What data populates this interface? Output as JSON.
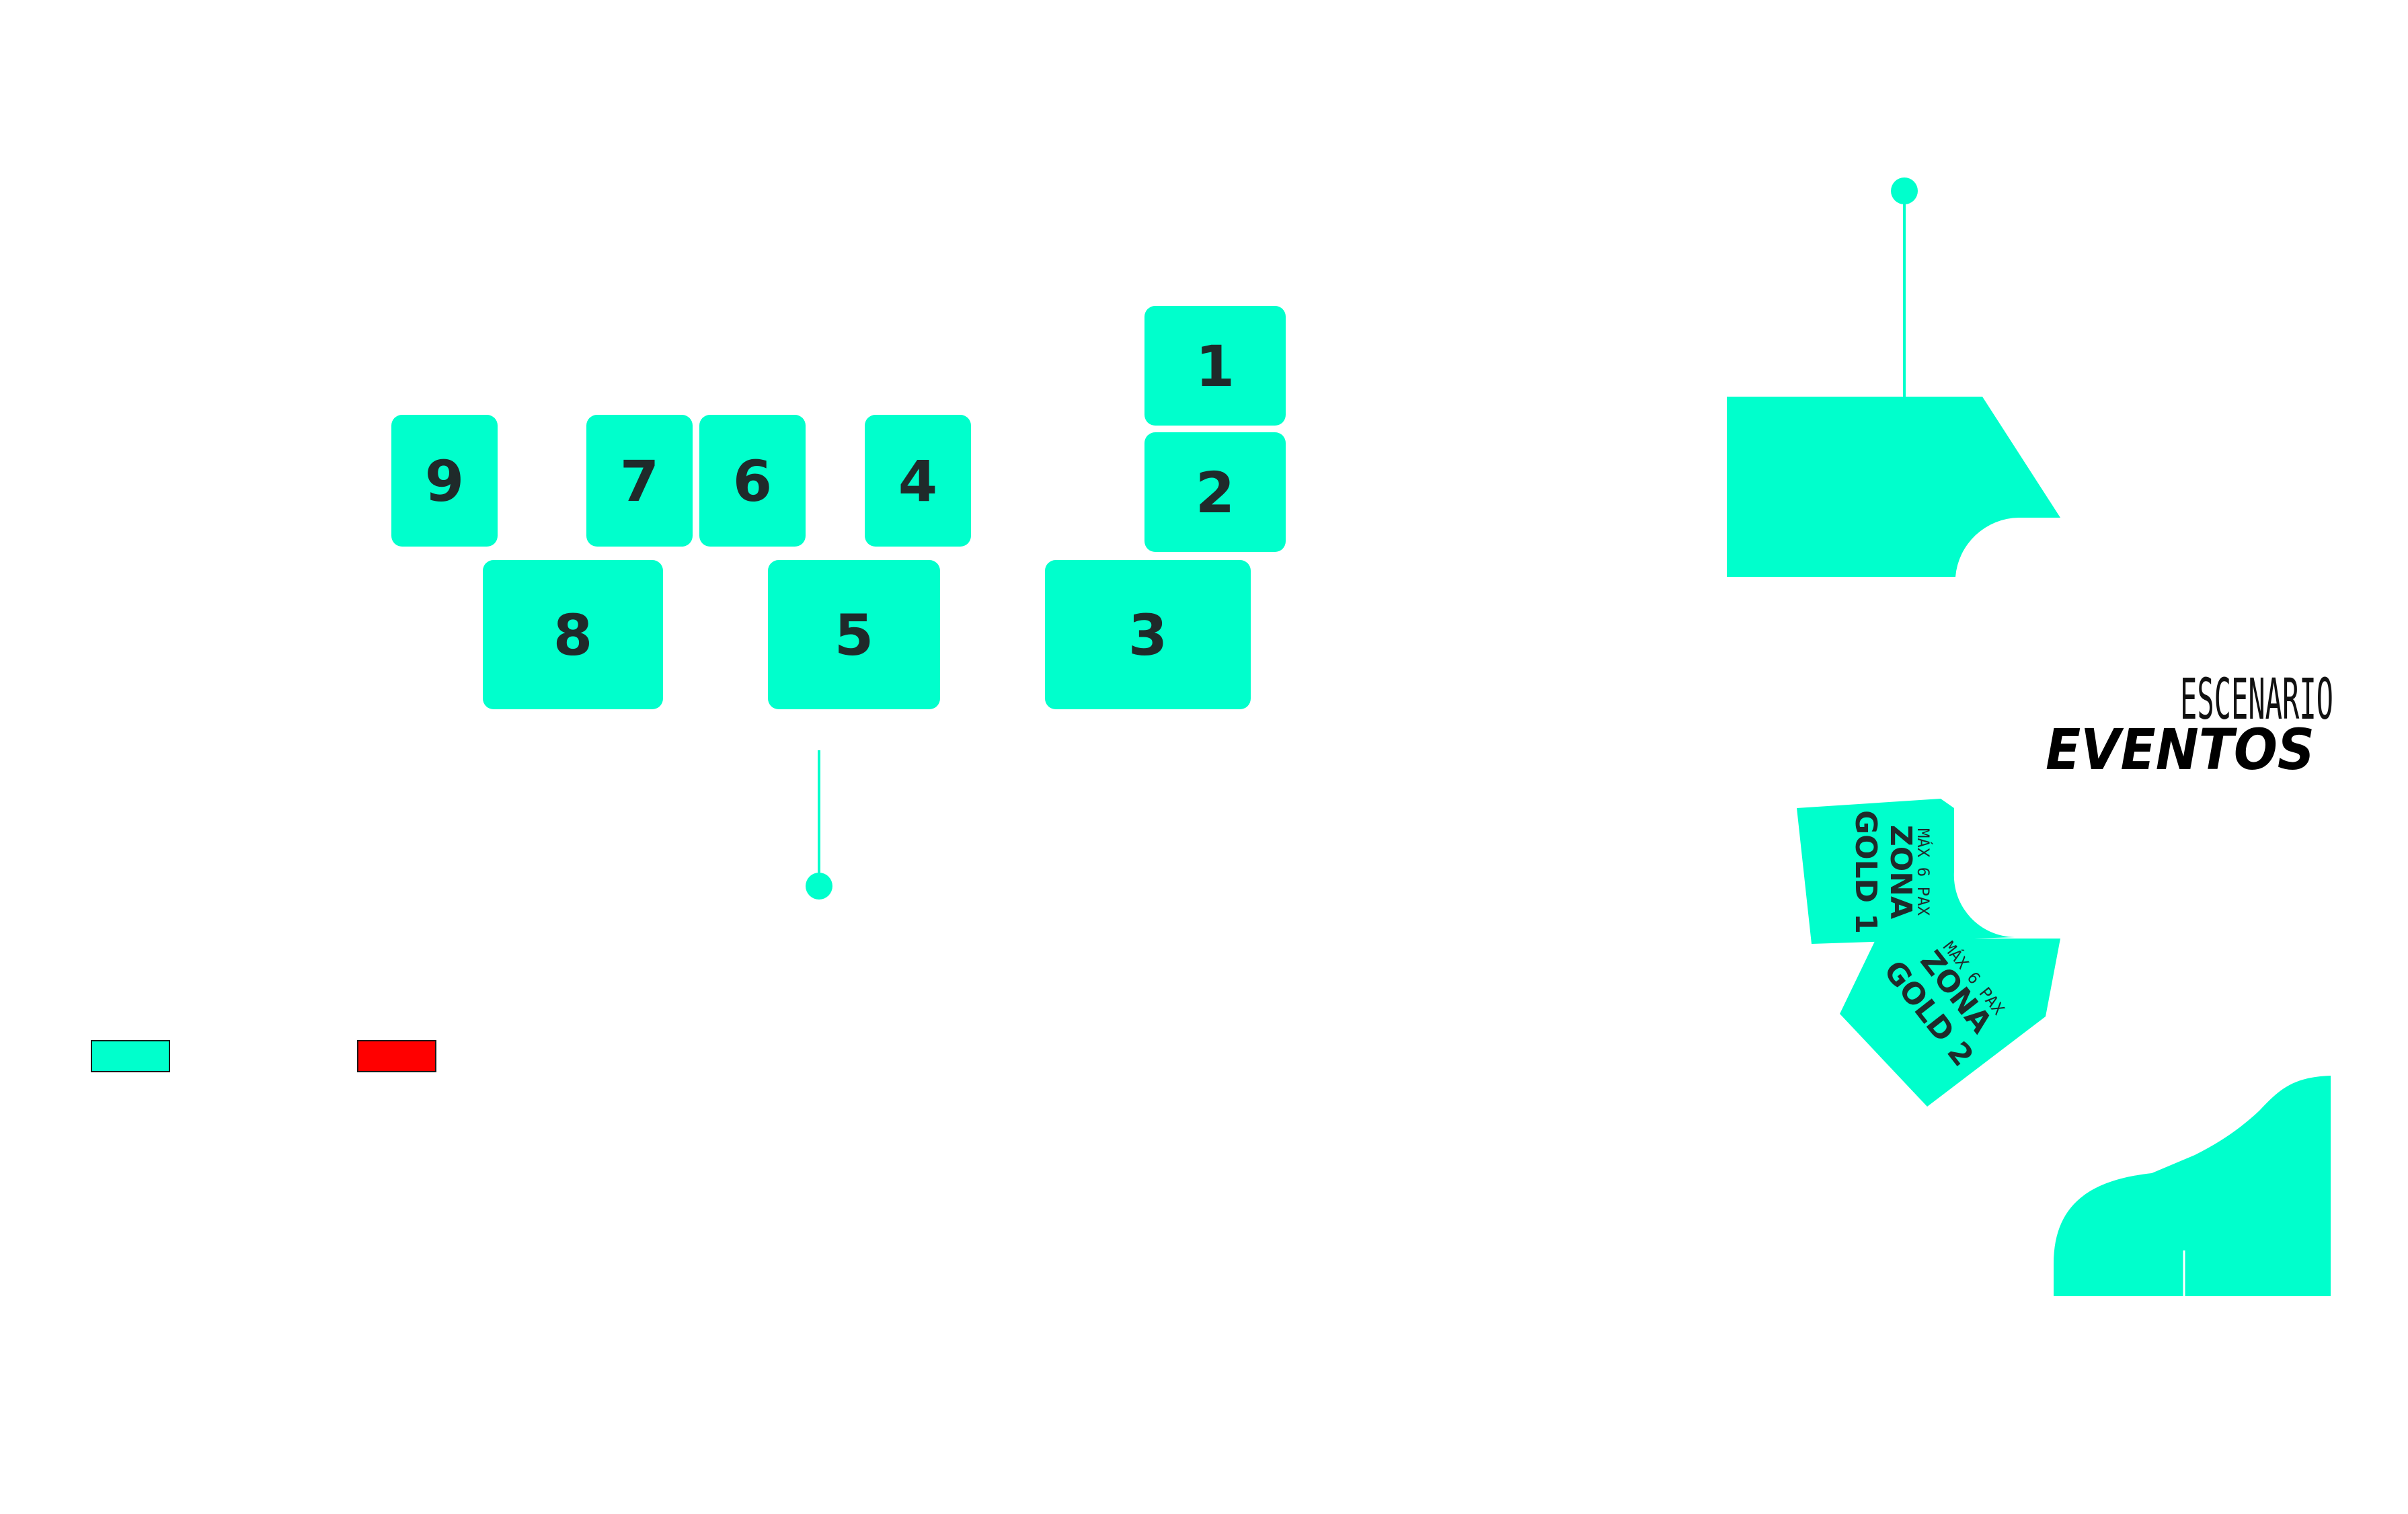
{
  "colors": {
    "available": "#00ffcc",
    "unavailable": "#ff0000",
    "table_text": "#1f2a2a",
    "background": "#ffffff"
  },
  "tables": [
    {
      "id": "table-1",
      "label": "1"
    },
    {
      "id": "table-2",
      "label": "2"
    },
    {
      "id": "table-3",
      "label": "3"
    },
    {
      "id": "table-4",
      "label": "4"
    },
    {
      "id": "table-5",
      "label": "5"
    },
    {
      "id": "table-6",
      "label": "6"
    },
    {
      "id": "table-7",
      "label": "7"
    },
    {
      "id": "table-8",
      "label": "8"
    },
    {
      "id": "table-9",
      "label": "9"
    }
  ],
  "zones": [
    {
      "id": "zona-gold-1",
      "title_line1": "ZONA",
      "title_line2": "GOLD 1",
      "capacity": "MÁX 6 PAX"
    },
    {
      "id": "zona-gold-2",
      "title_line1": "ZONA",
      "title_line2": "GOLD 2",
      "capacity": "MÁX 6 PAX"
    }
  ],
  "stage": {
    "line1": "ESCENARIO",
    "line2": "EVENTOS"
  },
  "legend": {
    "available_color": "#00ffcc",
    "unavailable_color": "#ff0000"
  }
}
